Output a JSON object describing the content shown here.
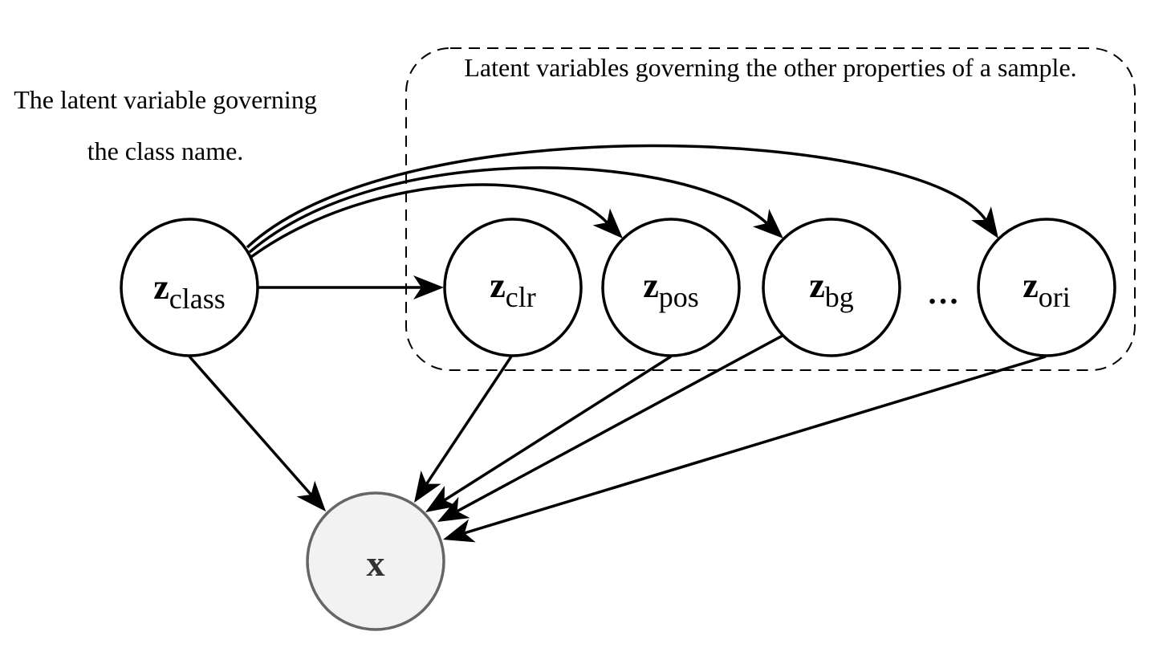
{
  "captions": {
    "class_latent": "The latent variable governing the class name.",
    "other_latents": "Latent variables governing the other properties of a sample."
  },
  "nodes": {
    "z_class": {
      "symbol": "z",
      "subscript": "class"
    },
    "z_clr": {
      "symbol": "z",
      "subscript": "clr"
    },
    "z_pos": {
      "symbol": "z",
      "subscript": "pos"
    },
    "z_bg": {
      "symbol": "z",
      "subscript": "bg"
    },
    "ellipsis": "…",
    "z_ori": {
      "symbol": "z",
      "subscript": "ori"
    },
    "x": {
      "symbol": "x"
    }
  },
  "colors": {
    "stroke": "#000000",
    "observed_fill": "#f2f2f2",
    "observed_stroke": "#666666",
    "node_fill": "#ffffff"
  }
}
